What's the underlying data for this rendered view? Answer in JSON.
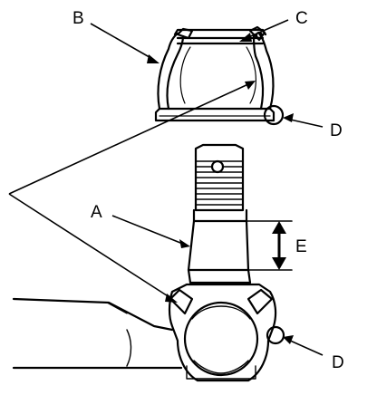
{
  "labels": {
    "a": "A",
    "b": "B",
    "c": "C",
    "d_top": "D",
    "d_bottom": "D",
    "e": "E"
  }
}
